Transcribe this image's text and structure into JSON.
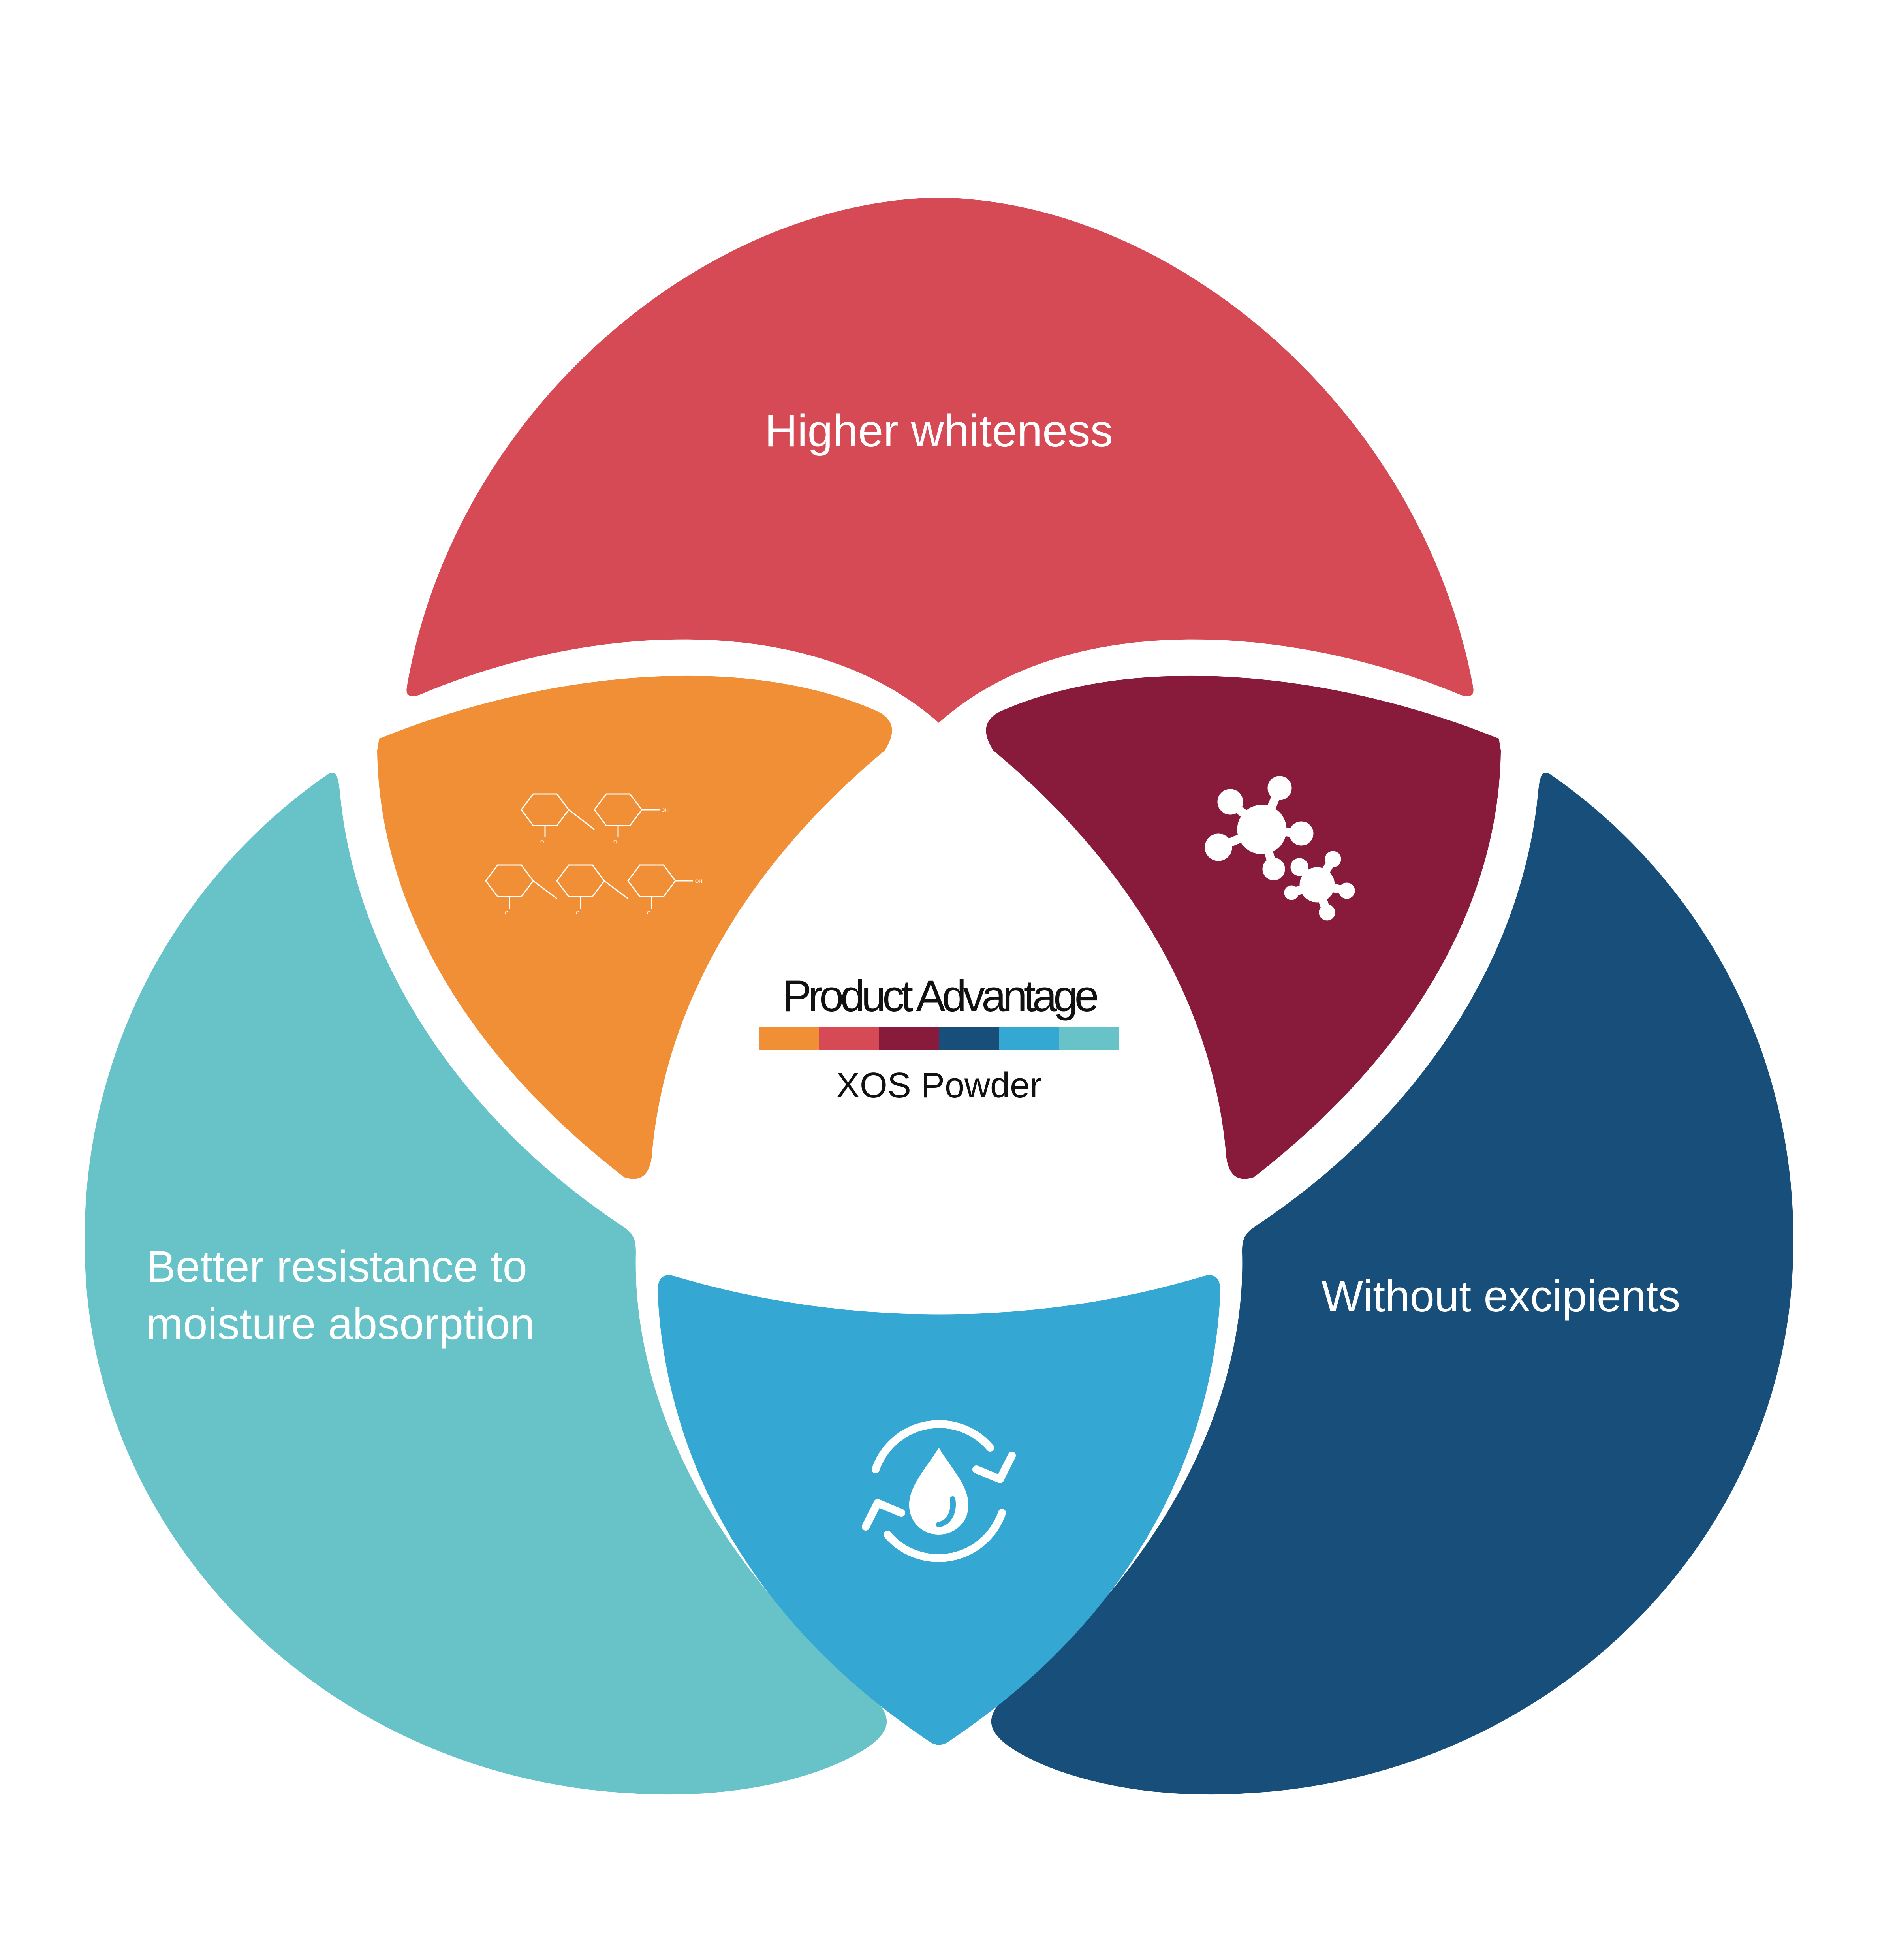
{
  "center": {
    "title": "Product Advantage",
    "subtitle": "XOS Powder"
  },
  "segments": {
    "top": {
      "line1": "Higher whiteness"
    },
    "left": {
      "line1": "Better resistance to",
      "line2": "moisture absorption"
    },
    "right": {
      "line1": "Without excipients"
    }
  },
  "icons": {
    "upper_left": "xylose-chain-molecule-icon",
    "upper_right": "molecule-network-icon",
    "bottom": "water-cycle-drop-icon"
  },
  "chem_labels": {
    "oh": "OH",
    "o": "O"
  },
  "colors": {
    "top_red": "#D54A55",
    "upper_left_orange": "#F08F35",
    "upper_right_maroon": "#881B3B",
    "right_navy": "#184F7A",
    "bottom_blue": "#34A7D3",
    "left_teal": "#68C3C9"
  },
  "color_bar": [
    "#F08F35",
    "#D54A55",
    "#881B3B",
    "#184F7A",
    "#34A7D3",
    "#68C3C9"
  ]
}
